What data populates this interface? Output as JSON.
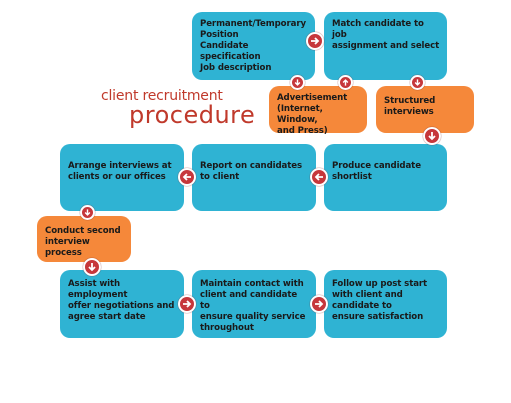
{
  "title": {
    "line1": "client recruitment",
    "line2": "procedure"
  },
  "colors": {
    "blue_box": "#2fb3d3",
    "orange_box": "#f5883a",
    "arrow": "#c6373b",
    "title": "#c0392b"
  },
  "steps": {
    "job_spec": "Permanent/Temporary\nPosition\nCandidate specification\nJob description",
    "match": "Match candidate to job\nassignment and select",
    "advertisement": "Advertisement\n(Internet, Window,\nand Press)",
    "structured": "Structured\ninterviews",
    "shortlist": "Produce candidate\nshortlist",
    "report": "Report on candidates\nto client",
    "arrange": "Arrange interviews at\nclients or our offices",
    "second": "Conduct second\ninterview process",
    "assist": "Assist with employment\noffer negotiations and\nagree start date",
    "maintain": "Maintain contact with\nclient and candidate to\nensure quality service\nthroughout",
    "follow": "Follow up post start\nwith client and\ncandidate to\nensure satisfaction"
  },
  "arrows": [
    {
      "name": "arrow-spec-to-match",
      "icon": "arrow-right-icon"
    },
    {
      "name": "arrow-spec-to-advertisement",
      "icon": "arrow-down-icon"
    },
    {
      "name": "arrow-advertisement-to-match",
      "icon": "arrow-up-icon"
    },
    {
      "name": "arrow-match-to-structured",
      "icon": "arrow-down-icon"
    },
    {
      "name": "arrow-structured-to-shortlist",
      "icon": "arrow-down-icon"
    },
    {
      "name": "arrow-shortlist-to-report",
      "icon": "arrow-left-icon"
    },
    {
      "name": "arrow-report-to-arrange",
      "icon": "arrow-left-icon"
    },
    {
      "name": "arrow-arrange-to-second",
      "icon": "arrow-down-icon"
    },
    {
      "name": "arrow-second-to-assist",
      "icon": "arrow-down-icon"
    },
    {
      "name": "arrow-assist-to-maintain",
      "icon": "arrow-right-icon"
    },
    {
      "name": "arrow-maintain-to-follow",
      "icon": "arrow-right-icon"
    }
  ]
}
